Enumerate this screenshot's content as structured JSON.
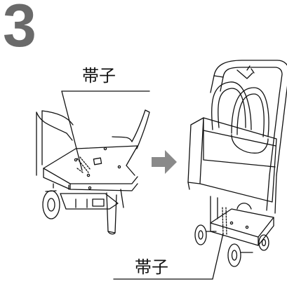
{
  "step": {
    "number": "3"
  },
  "callouts": {
    "strap_top": "帯子",
    "strap_bottom": "帯子"
  },
  "colors": {
    "line": "#111111",
    "step_number": "#6a6a6a",
    "arrow": "#8a8a8a",
    "background": "#ffffff"
  },
  "icons": {
    "arrow": "right-arrow-icon"
  }
}
